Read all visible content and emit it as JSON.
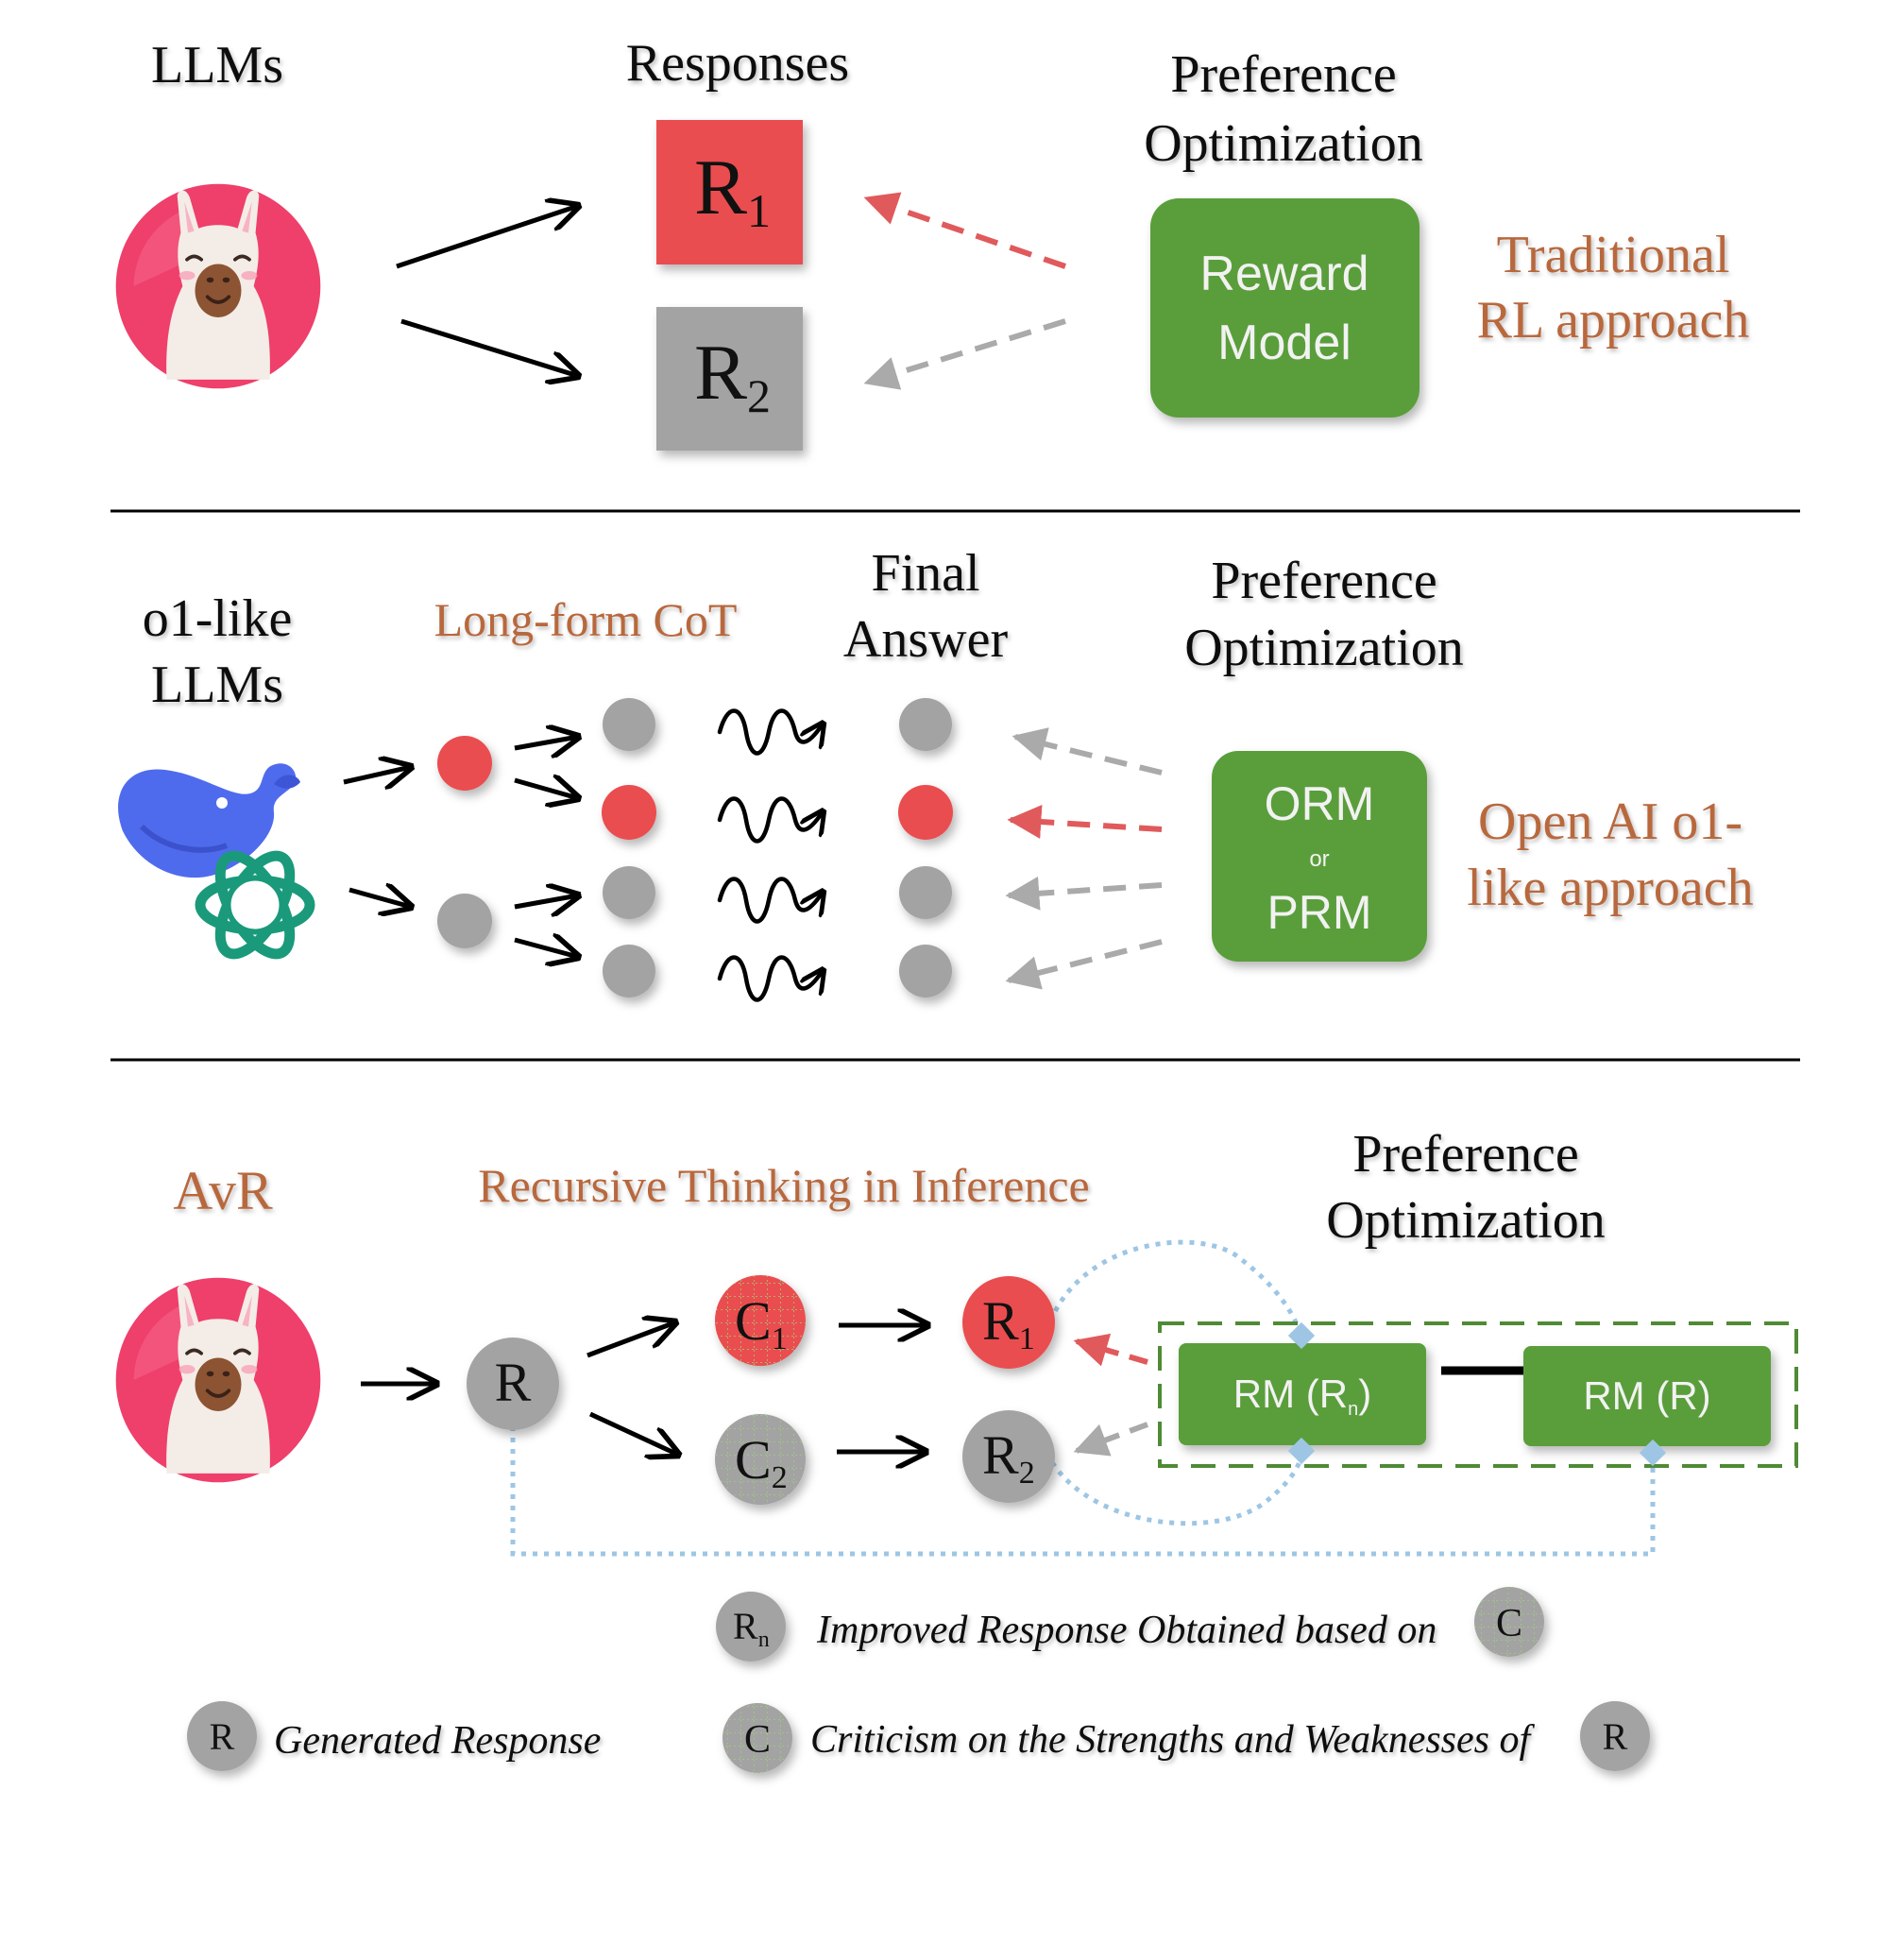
{
  "colors": {
    "red": "#e84e4f",
    "gray": "#a3a3a3",
    "green": "#5a9e3a",
    "orange_text": "#b8683e",
    "llama_bg": "#ef3f6b",
    "whale_blue": "#4f6bed",
    "openai_green": "#1a9a7a",
    "dotted_blue": "#9ec6e4"
  },
  "icons": {
    "llama": "llama-avatar-icon",
    "whale": "deepseek-whale-icon",
    "openai": "openai-knot-icon"
  },
  "section1": {
    "model_label": "LLMs",
    "responses_label": "Responses",
    "r1": "R",
    "r1_sub": "1",
    "r2": "R",
    "r2_sub": "2",
    "pref_line1": "Preference",
    "pref_line2": "Optimization",
    "reward_line1": "Reward",
    "reward_line2": "Model",
    "approach_line1": "Traditional",
    "approach_line2": "RL approach"
  },
  "section2": {
    "model_line1": "o1-like",
    "model_line2": "LLMs",
    "cot_label": "Long-form CoT",
    "final_line1": "Final",
    "final_line2": "Answer",
    "pref_line1": "Preference",
    "pref_line2": "Optimization",
    "orm": "ORM",
    "or": "or",
    "prm": "PRM",
    "approach_line1": "Open AI o1-",
    "approach_line2": "like approach"
  },
  "section3": {
    "model_label": "AvR",
    "recursive_label": "Recursive Thinking in Inference",
    "pref_line1": "Preference",
    "pref_line2": "Optimization",
    "r": "R",
    "c1": "C",
    "c1_sub": "1",
    "c2": "C",
    "c2_sub": "2",
    "r1": "R",
    "r1_sub": "1",
    "r2": "R",
    "r2_sub": "2",
    "rm_rn": "RM (R",
    "rm_rn_sub": "n",
    "rm_rn_close": ")",
    "rm_r": "RM (R)"
  },
  "legend": {
    "rn_symbol": "R",
    "rn_sub": "n",
    "rn_text_italic": "Improved Response",
    "rn_text_rest": " Obtained based on",
    "rn_c_symbol": "C",
    "r_symbol": "R",
    "r_text": "Generated Response",
    "c_symbol": "C",
    "c_text_italic": "Criticism",
    "c_text_rest": " on the Strengths and Weaknesses of",
    "c_r_symbol": "R"
  }
}
